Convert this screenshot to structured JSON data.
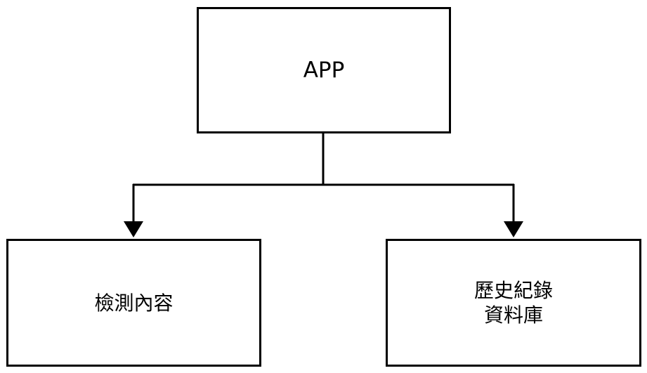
{
  "diagram": {
    "nodes": {
      "app": {
        "label": "APP"
      },
      "detect": {
        "label": "檢測內容"
      },
      "history": {
        "label": "歷史紀錄\n資料庫"
      }
    },
    "edges": [
      {
        "from": "app",
        "to": "detect"
      },
      {
        "from": "app",
        "to": "history"
      }
    ],
    "colors": {
      "stroke": "#000000",
      "fill": "#ffffff",
      "text": "#000000"
    }
  }
}
